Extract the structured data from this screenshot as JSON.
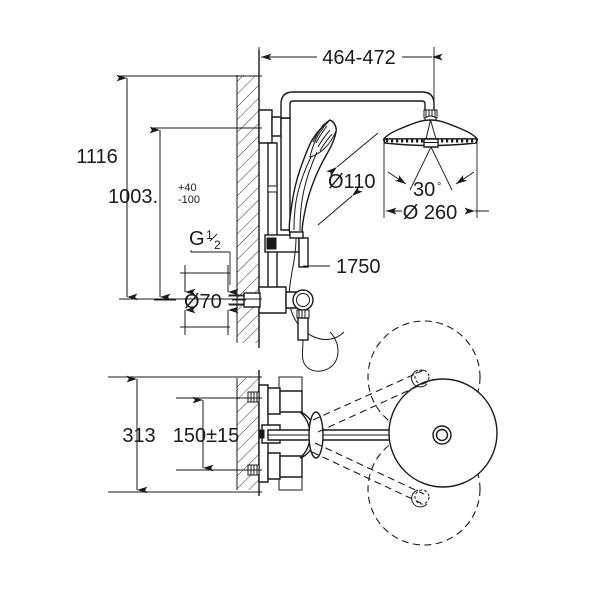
{
  "drawing": {
    "title": "Shower system technical dimension drawing",
    "background_color": "#ffffff",
    "line_color": "#1a1a1a",
    "units": "mm"
  },
  "dimensions": {
    "overall_height": "1116",
    "rail_height": "1003.",
    "tolerance_plus": "+40",
    "tolerance_minus": "-100",
    "thread_label": "G",
    "thread_fraction_num": "1",
    "thread_fraction_den": "2",
    "escutcheon_diameter": "Ø70",
    "projection": "464-472",
    "hand_shower_diameter": "Ø110",
    "head_shower_diameter": "Ø 260",
    "spray_angle": "30",
    "angle_unit": "°",
    "hose_length": "1750",
    "valve_overall": "313",
    "valve_centers": "150±15"
  },
  "labels": [
    {
      "name": "overall-height",
      "text": "1116"
    },
    {
      "name": "rail-height",
      "text": "1003."
    },
    {
      "name": "rail-height-tol-plus",
      "text": "+40"
    },
    {
      "name": "rail-height-tol-minus",
      "text": "-100"
    },
    {
      "name": "thread-size",
      "text": "G"
    },
    {
      "name": "escutcheon-diameter",
      "text": "Ø70"
    },
    {
      "name": "projection",
      "text": "464-472"
    },
    {
      "name": "hand-shower-diameter",
      "text": "Ø110"
    },
    {
      "name": "head-shower-diameter",
      "text": "Ø 260"
    },
    {
      "name": "spray-angle",
      "text": "30"
    },
    {
      "name": "hose-length",
      "text": "1750"
    },
    {
      "name": "valve-overall-height",
      "text": "313"
    },
    {
      "name": "valve-center-distance",
      "text": "150±15"
    }
  ]
}
